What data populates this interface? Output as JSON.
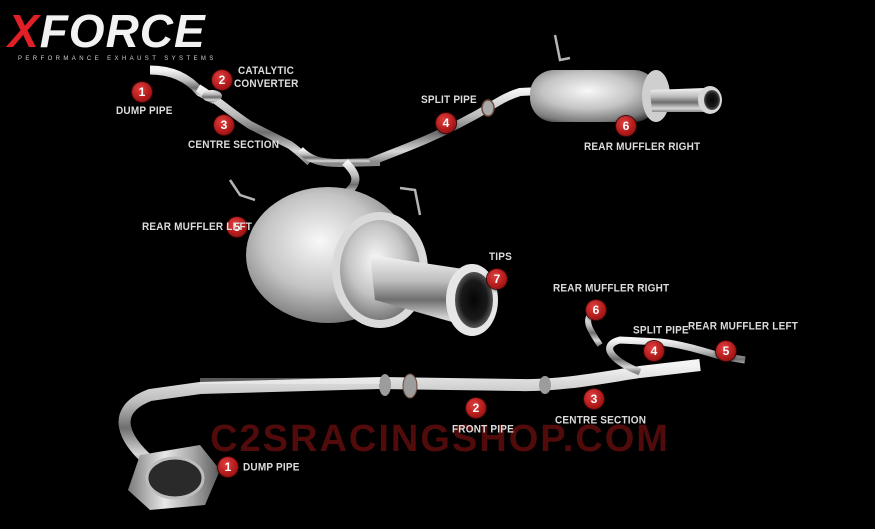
{
  "brand": {
    "logo_x": "X",
    "logo_rest": "FORCE",
    "tagline": "PERFORMANCE EXHAUST SYSTEMS"
  },
  "watermark": "C2SRACINGSHOP.COM",
  "callouts_top": [
    {
      "num": "1",
      "label": "DUMP PIPE"
    },
    {
      "num": "2",
      "label_line1": "CATALYTIC",
      "label_line2": "CONVERTER"
    },
    {
      "num": "3",
      "label": "CENTRE SECTION"
    },
    {
      "num": "4",
      "label": "SPLIT PIPE"
    },
    {
      "num": "5",
      "label": "REAR MUFFLER LEFT"
    },
    {
      "num": "6",
      "label": "REAR MUFFLER RIGHT"
    },
    {
      "num": "7",
      "label": "TIPS"
    }
  ],
  "callouts_bottom": [
    {
      "num": "1",
      "label": "DUMP PIPE"
    },
    {
      "num": "2",
      "label": "FRONT PIPE"
    },
    {
      "num": "3",
      "label": "CENTRE SECTION"
    },
    {
      "num": "4",
      "label": "SPLIT PIPE"
    },
    {
      "num": "5",
      "label": "REAR MUFFLER LEFT"
    },
    {
      "num": "6",
      "label": "REAR MUFFLER RIGHT"
    }
  ]
}
